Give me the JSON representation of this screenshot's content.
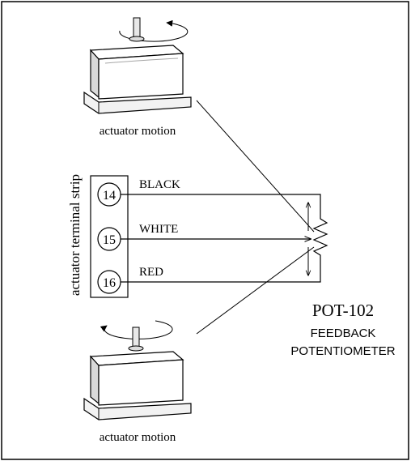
{
  "actuator_top": {
    "caption": "actuator motion"
  },
  "actuator_bottom": {
    "caption": "actuator motion"
  },
  "terminal_strip": {
    "label": "actuator terminal strip",
    "terminals": [
      {
        "number": "14",
        "wire": "BLACK"
      },
      {
        "number": "15",
        "wire": "WHITE"
      },
      {
        "number": "16",
        "wire": "RED"
      }
    ]
  },
  "potentiometer": {
    "model": "POT-102",
    "line1": "FEEDBACK",
    "line2": "POTENTIOMETER"
  }
}
